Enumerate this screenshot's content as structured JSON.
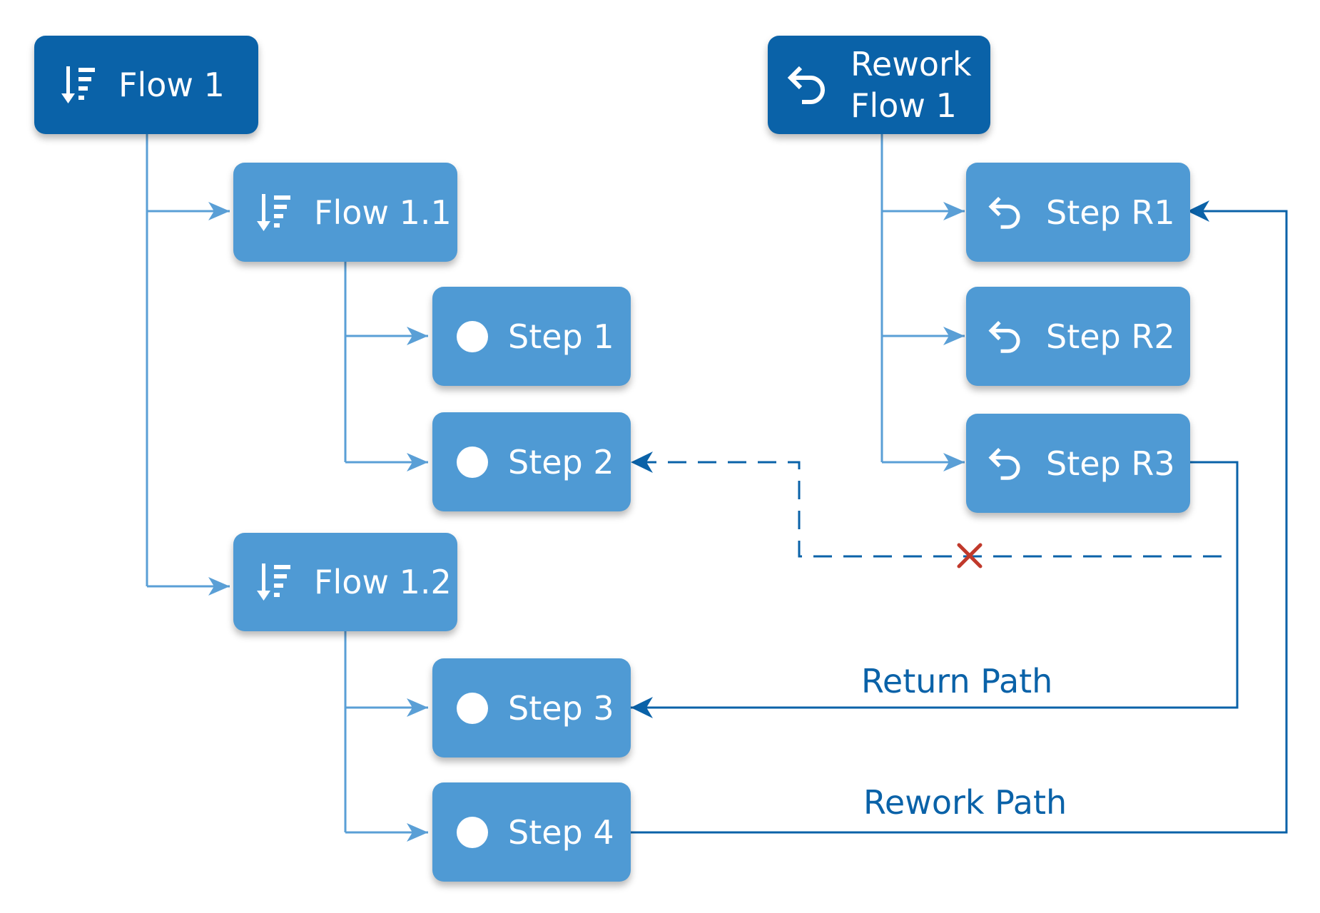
{
  "diagram": {
    "nodes": {
      "flow1": {
        "label": "Flow 1",
        "icon": "sort-descending-icon"
      },
      "flow11": {
        "label": "Flow 1.1",
        "icon": "sort-descending-icon"
      },
      "flow12": {
        "label": "Flow 1.2",
        "icon": "sort-descending-icon"
      },
      "step1": {
        "label": "Step 1",
        "icon": "dot-icon"
      },
      "step2": {
        "label": "Step 2",
        "icon": "dot-icon"
      },
      "step3": {
        "label": "Step 3",
        "icon": "dot-icon"
      },
      "step4": {
        "label": "Step 4",
        "icon": "dot-icon"
      },
      "rework": {
        "label": "Rework\nFlow 1",
        "icon": "undo-icon"
      },
      "stepR1": {
        "label": "Step R1",
        "icon": "undo-icon"
      },
      "stepR2": {
        "label": "Step R2",
        "icon": "undo-icon"
      },
      "stepR3": {
        "label": "Step R3",
        "icon": "undo-icon"
      }
    },
    "edge_labels": {
      "return_path": "Return Path",
      "rework_path": "Rework Path"
    },
    "colors": {
      "dark_node": "#0a62a8",
      "light_node": "#4f9ad4",
      "tree_connector": "#5a9fd6",
      "path_connector": "#0a62a8",
      "blocked_marker": "#c0392b"
    }
  }
}
